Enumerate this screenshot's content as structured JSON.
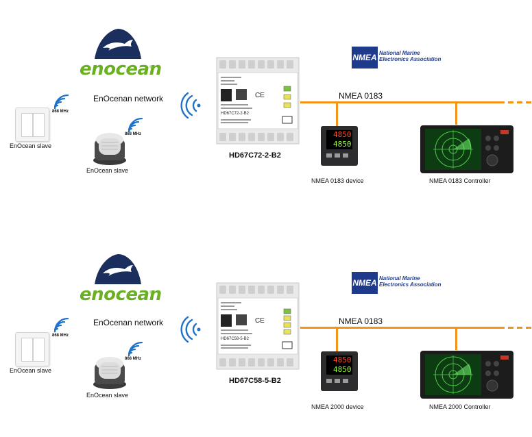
{
  "panels": [
    {
      "enocean_logo": "enocean",
      "enocean_network_label": "EnOcenan network",
      "slave_switch_label": "EnOcean slave",
      "slave_sensor_label": "EnOcean slave",
      "freq_label_1": "868 MHz",
      "freq_label_2": "868 MHz",
      "nmea_org_line1": "National Marine",
      "nmea_org_line2": "Electronics Association",
      "nmea_logo_text": "NMEA",
      "bus_label": "NMEA 0183",
      "converter_model": "HD67C72-2-B2",
      "converter_print": "HD67C72-2-B2",
      "device_label": "NMEA 0183 device",
      "controller_label": "NMEA 0183 Controller",
      "display_value_top": "4850",
      "display_value_bottom": "4850"
    },
    {
      "enocean_logo": "enocean",
      "enocean_network_label": "EnOcenan network",
      "slave_switch_label": "EnOcean slave",
      "slave_sensor_label": "EnOcean slave",
      "freq_label_1": "868 MHz",
      "freq_label_2": "868 MHz",
      "nmea_org_line1": "National Marine",
      "nmea_org_line2": "Electronics Association",
      "nmea_logo_text": "NMEA",
      "bus_label": "NMEA 0183",
      "converter_model": "HD67C58-5-B2",
      "converter_print": "HD67C58-5-B2",
      "device_label": "NMEA 2000 device",
      "controller_label": "NMEA 2000 Controller",
      "display_value_top": "4850",
      "display_value_bottom": "4850"
    }
  ],
  "colors": {
    "bus_orange": "#f29318",
    "enocean_green": "#6ab023",
    "enocean_navy": "#1b2f5e",
    "wifi_blue": "#1e73c8",
    "nmea_blue": "#1e3a8a"
  }
}
